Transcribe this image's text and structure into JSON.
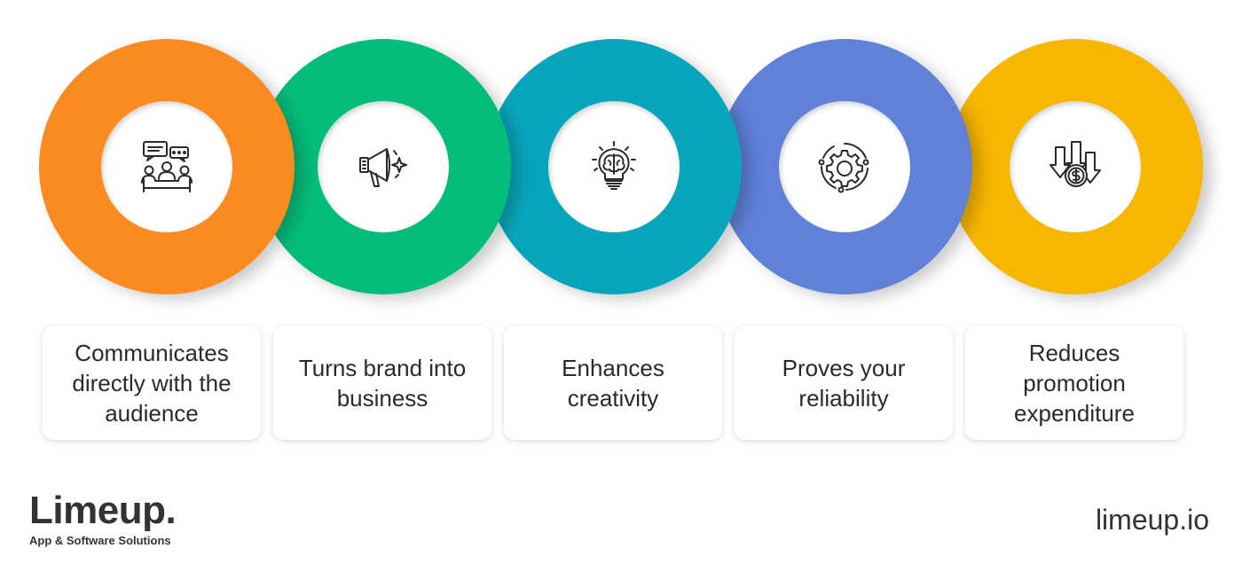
{
  "steps": [
    {
      "label": "Communicates directly with the audience",
      "icon": "audience-chat-icon",
      "color": "#F98B20"
    },
    {
      "label": "Turns brand into business",
      "icon": "megaphone-icon",
      "color": "#05BD7A"
    },
    {
      "label": "Enhances creativity",
      "icon": "brain-lightbulb-icon",
      "color": "#08A6BC"
    },
    {
      "label": "Proves your reliability",
      "icon": "gear-cycle-icon",
      "color": "#5F81D8"
    },
    {
      "label": "Reduces promotion expenditure",
      "icon": "dollar-down-arrows-icon",
      "color": "#F7B600"
    }
  ],
  "brand": {
    "name": "Limeup.",
    "tagline": "App & Software Solutions",
    "url": "limeup.io"
  }
}
